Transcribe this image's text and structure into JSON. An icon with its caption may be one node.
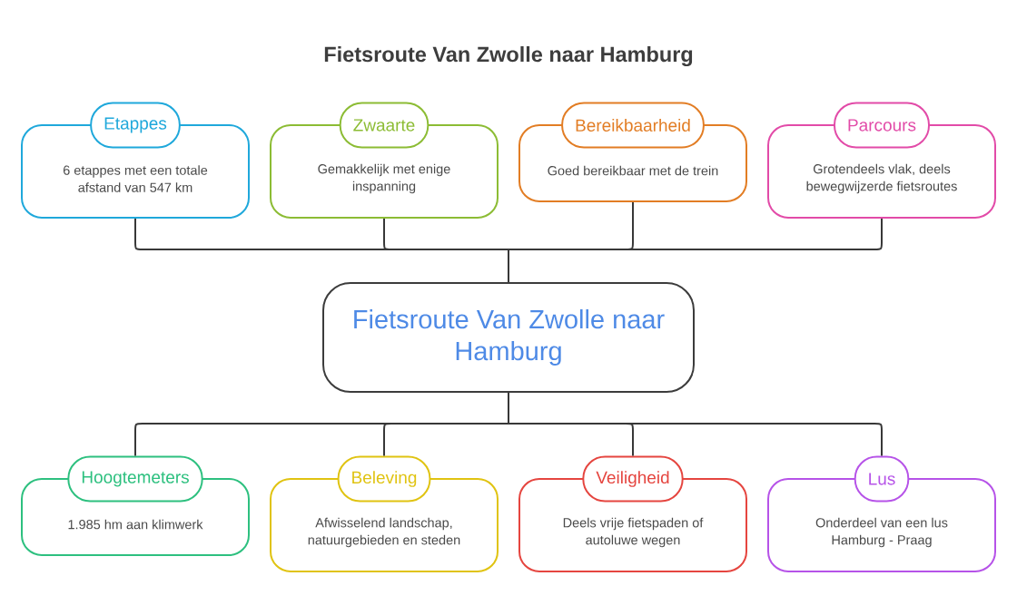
{
  "diagram": {
    "title": "Fietsroute Van Zwolle naar Hamburg",
    "nodes": [
      {
        "text": [
          "Etappes",
          "6 etappes met een totale afstand van 547 km"
        ]
      },
      {
        "text": [
          "Zwaarte",
          "Gemakkelijk met enige inspanning"
        ]
      },
      {
        "text": [
          "Bereikbaarheid",
          "Goed bereikbaar met de trein"
        ]
      },
      {
        "text": [
          "Parcours",
          "Grotendeels vlak, deels bewegwijzerde fietsroutes"
        ]
      },
      {
        "text": [
          "Fietsroute Van Zwolle naar Hamburg"
        ]
      },
      {
        "text": [
          "Hoogtemeters",
          "1.985 hm aan klimwerk"
        ]
      },
      {
        "text": [
          "Beleving",
          "Afwisselend landschap, natuurgebieden en steden"
        ]
      },
      {
        "text": [
          "Veiligheid",
          "Deels vrije fietspaden of autoluwe wegen"
        ]
      },
      {
        "text": [
          "Lus",
          "Onderdeel van een lus Hamburg - Praag"
        ]
      }
    ],
    "edges": [
      {
        "from": 4,
        "to": 0,
        "arrow": "none"
      },
      {
        "from": 4,
        "to": 1,
        "arrow": "none"
      },
      {
        "from": 4,
        "to": 2,
        "arrow": "none"
      },
      {
        "from": 4,
        "to": 3,
        "arrow": "none"
      },
      {
        "from": 4,
        "to": 5,
        "arrow": "none"
      },
      {
        "from": 4,
        "to": 6,
        "arrow": "none"
      },
      {
        "from": 4,
        "to": 7,
        "arrow": "none"
      },
      {
        "from": 4,
        "to": 8,
        "arrow": "none"
      }
    ]
  }
}
